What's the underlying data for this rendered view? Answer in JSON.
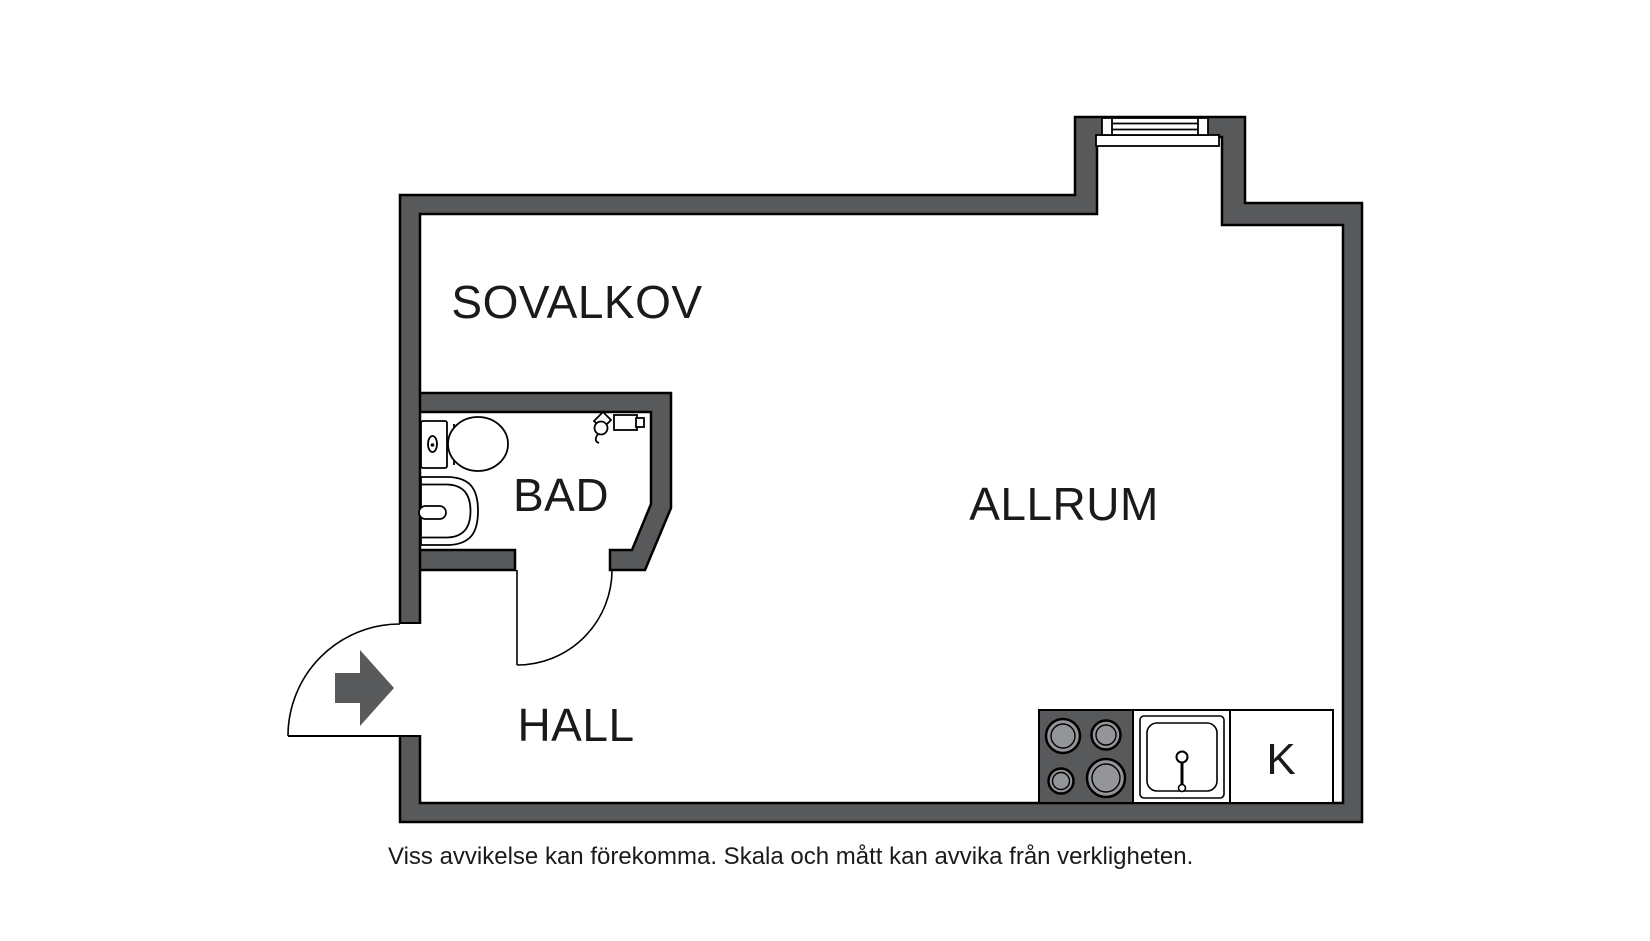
{
  "floor_plan": {
    "title": "studio apartment floor plan",
    "rooms": {
      "sovalkov": {
        "label": "SOVALKOV"
      },
      "bad": {
        "label": "BAD"
      },
      "allrum": {
        "label": "ALLRUM"
      },
      "hall": {
        "label": "HALL"
      },
      "kitchen": {
        "label": "K"
      }
    },
    "fixtures": {
      "bathroom": [
        "toilet-icon",
        "washbasin-icon",
        "shower-mixer-icon",
        "bath-door-arc"
      ],
      "kitchen": [
        "stove-icon",
        "kitchen-sink-icon",
        "counter"
      ],
      "entry": [
        "entry-door-arc",
        "entry-arrow-icon"
      ],
      "window": [
        "window-icon"
      ]
    },
    "colors": {
      "wall": "#58595b",
      "line": "#000000",
      "text": "#1a1a1a",
      "burner": "#939598",
      "background": "#ffffff"
    },
    "disclaimer": "Viss avvikelse kan förekomma. Skala och mått kan avvika från verkligheten."
  }
}
